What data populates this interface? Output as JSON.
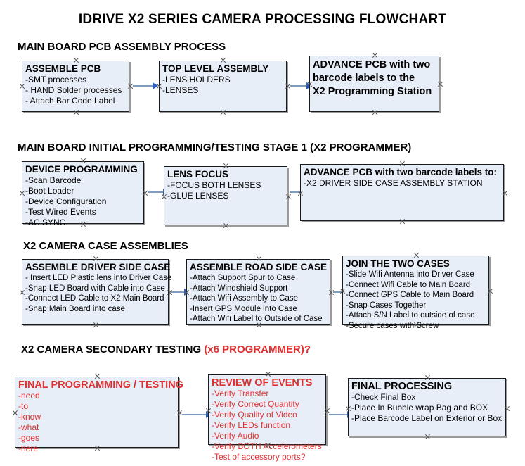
{
  "document": {
    "title": "IDRIVE X2  SERIES CAMERA PROCESSING FLOWCHART"
  },
  "sections": [
    {
      "heading": "MAIN BOARD PCB ASSEMBLY PROCESS",
      "heading_red": "",
      "boxes": [
        {
          "title": "ASSEMBLE PCB",
          "lines": [
            " -SMT processes",
            "- HAND Solder processes",
            "- Attach Bar Code Label"
          ]
        },
        {
          "title": "TOP LEVEL ASSEMBLY",
          "lines": [
            "-LENS HOLDERS",
            "-LENSES"
          ]
        },
        {
          "title": "ADVANCE PCB with two",
          "lines": [
            "barcode labels to the",
            " X2 Programming Station"
          ]
        }
      ]
    },
    {
      "heading": "MAIN BOARD INITIAL PROGRAMMING/TESTING STAGE 1 (X2 PROGRAMMER)",
      "heading_red": "",
      "boxes": [
        {
          "title": "DEVICE PROGRAMMING",
          "lines": [
            "-Scan Barcode",
            "-Boot Loader",
            "-Device Configuration",
            "-Test Wired Events",
            "-AC SYNC"
          ]
        },
        {
          "title": "LENS FOCUS",
          "lines": [
            "-FOCUS BOTH LENSES",
            "-GLUE LENSES"
          ]
        },
        {
          "title": "ADVANCE PCB with two barcode labels to:",
          "lines": [
            "-X2 DRIVER  SIDE  CASE  ASSEMBLY STATION"
          ]
        }
      ]
    },
    {
      "heading": "X2 CAMERA CASE ASSEMBLIES",
      "heading_red": "",
      "boxes": [
        {
          "title": "ASSEMBLE DRIVER SIDE CASE",
          "lines": [
            "- Insert LED Plastic lens into Driver Case",
            "-Snap LED Board with Cable into Case",
            "-Connect LED Cable to X2 Main Board",
            "-Snap Main Board into case"
          ]
        },
        {
          "title": "ASSEMBLE ROAD SIDE CASE",
          "lines": [
            "-Attach Support Spur to Case",
            "-Attach Windshield Support",
            "-Attach Wifi Assembly to Case",
            "-Insert GPS Module into Case",
            "-Attach Wifi Label to Outside of Case"
          ]
        },
        {
          "title": "JOIN THE TWO CASES",
          "lines": [
            "-Slide Wifi Antenna into Driver Case",
            "-Connect Wifi Cable to Main Board",
            "-Connect GPS Cable to Main Board",
            "-Snap Cases Together",
            "-Attach S/N Label to outside of case",
            "-Secure cases with Screw"
          ]
        }
      ]
    },
    {
      "heading": "X2 CAMERA SECONDARY TESTING ",
      "heading_red": "(x6 PROGRAMMER)?",
      "boxes": [
        {
          "title": "FINAL PROGRAMMING / TESTING",
          "lines": [
            "-need",
            "-to",
            "-know",
            "-what",
            "-goes",
            "-here"
          ]
        },
        {
          "title": "REVIEW OF EVENTS",
          "lines": [
            "-Verify Transfer",
            "-Verify Correct Quantity",
            "-Verify Quality of Video",
            "-Verify LEDs function",
            "-Verify Audio",
            "-Verify BOTH Accelerometers",
            "-Test of accessory ports?"
          ]
        },
        {
          "title": "FINAL PROCESSING",
          "lines": [
            " -Check Final Box",
            "-Place In Bubble wrap Bag and BOX",
            "-Place Barcode Label on Exterior or Box"
          ]
        }
      ]
    }
  ],
  "colors": {
    "box_fill": "#e8eef8",
    "box_border": "#1a1a1a",
    "connector": "#7f9cbf",
    "arrowhead": "#2a5fc0",
    "red_text": "#e03030"
  }
}
